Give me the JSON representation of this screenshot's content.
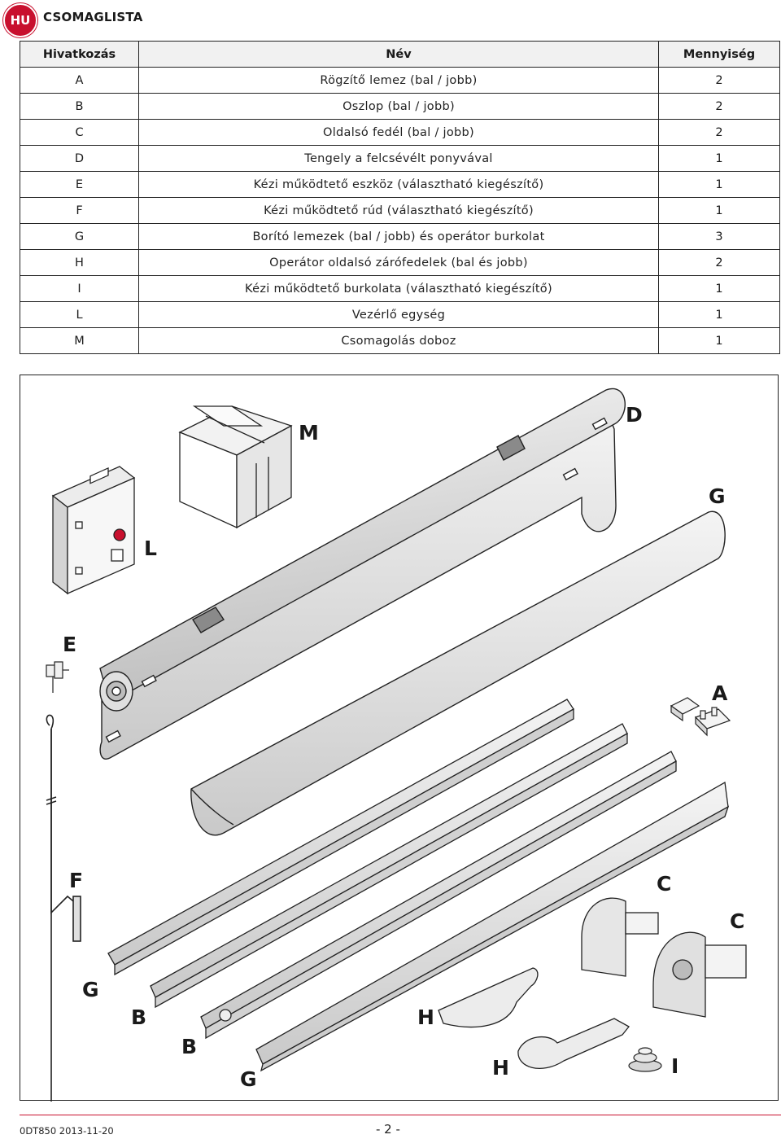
{
  "header": {
    "badge": "HU",
    "title": "CSOMAGLISTA"
  },
  "table": {
    "columns": [
      "Hivatkozás",
      "Név",
      "Mennyiség"
    ],
    "rows": [
      {
        "ref": "A",
        "name": "Rögzítő lemez (bal / jobb)",
        "qty": "2"
      },
      {
        "ref": "B",
        "name": "Oszlop (bal / jobb)",
        "qty": "2"
      },
      {
        "ref": "C",
        "name": "Oldalsó fedél (bal / jobb)",
        "qty": "2"
      },
      {
        "ref": "D",
        "name": "Tengely a felcsévélt ponyvával",
        "qty": "1"
      },
      {
        "ref": "E",
        "name": "Kézi működtető eszköz (választható kiegészítő)",
        "qty": "1"
      },
      {
        "ref": "F",
        "name": "Kézi működtető rúd (választható kiegészítő)",
        "qty": "1"
      },
      {
        "ref": "G",
        "name": "Borító lemezek (bal / jobb) és operátor burkolat",
        "qty": "3"
      },
      {
        "ref": "H",
        "name": "Operátor oldalsó zárófedelek (bal és jobb)",
        "qty": "2"
      },
      {
        "ref": "I",
        "name": "Kézi működtető burkolata (választható kiegészítő)",
        "qty": "1"
      },
      {
        "ref": "L",
        "name": "Vezérlő egység",
        "qty": "1"
      },
      {
        "ref": "M",
        "name": "Csomagolás doboz",
        "qty": "1"
      }
    ]
  },
  "diagram": {
    "labels": {
      "M": "M",
      "D": "D",
      "G1": "G",
      "L": "L",
      "E": "E",
      "A": "A",
      "F": "F",
      "C1": "C",
      "C2": "C",
      "G2": "G",
      "B1": "B",
      "H1": "H",
      "B2": "B",
      "H2": "H",
      "I": "I",
      "G3": "G"
    }
  },
  "footer": {
    "code": "0DT850  2013-11-20",
    "page": "- 2 -"
  },
  "colors": {
    "brand": "#c8102e",
    "line": "#222222",
    "header_bg": "#f1f1f1"
  }
}
